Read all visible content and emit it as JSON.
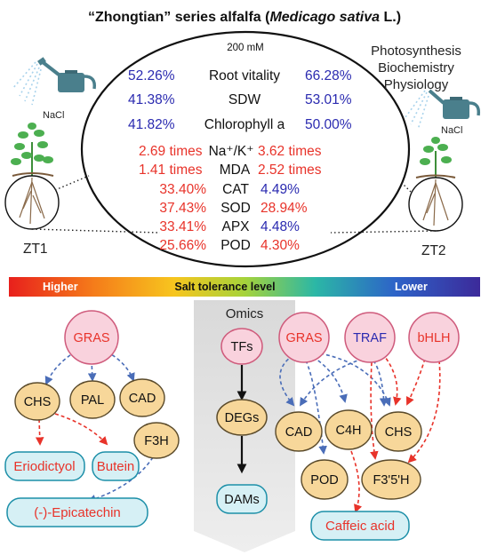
{
  "title": {
    "prefix": "“Zhongtian” series alfalfa (",
    "species": "Medicago sativa",
    "suffix": " L.)"
  },
  "concentration": "200 mM",
  "traits": [
    {
      "zt1": "52.26%",
      "label": "Root vitality",
      "zt2": "66.28%",
      "zt1_color": "blue",
      "zt2_color": "blue"
    },
    {
      "zt1": "41.38%",
      "label": "SDW",
      "zt2": "53.01%",
      "zt1_color": "blue",
      "zt2_color": "blue"
    },
    {
      "zt1": "41.82%",
      "label": "Chlorophyll a",
      "zt2": "50.00%",
      "zt1_color": "blue",
      "zt2_color": "blue"
    },
    {
      "zt1": "2.69 times",
      "label": "Na⁺/K⁺",
      "zt2": "3.62 times",
      "zt1_color": "red",
      "zt2_color": "red"
    },
    {
      "zt1": "1.41 times",
      "label": "MDA",
      "zt2": "2.52 times",
      "zt1_color": "red",
      "zt2_color": "red"
    },
    {
      "zt1": "33.40%",
      "label": "CAT",
      "zt2": "4.49%",
      "zt1_color": "red",
      "zt2_color": "blue"
    },
    {
      "zt1": "37.43%",
      "label": "SOD",
      "zt2": "28.94%",
      "zt1_color": "red",
      "zt2_color": "red"
    },
    {
      "zt1": "33.41%",
      "label": "APX",
      "zt2": "4.48%",
      "zt1_color": "red",
      "zt2_color": "blue"
    },
    {
      "zt1": "25.66%",
      "label": "POD",
      "zt2": "4.30%",
      "zt1_color": "red",
      "zt2_color": "red"
    }
  ],
  "right_labels": [
    "Photosynthesis",
    "Biochemistry",
    "Physiology"
  ],
  "nacl_left": "NaCl",
  "nacl_right": "NaCl",
  "zt1": "ZT1",
  "zt2": "ZT2",
  "gradient_bar": {
    "higher": "Higher",
    "middle": "Salt tolerance level",
    "lower": "Lower"
  },
  "left_network": {
    "tf": "GRAS",
    "genes": [
      "CHS",
      "PAL",
      "CAD",
      "F3H"
    ],
    "metabolites": [
      "Eriodictyol",
      "Butein",
      "(-)-Epicatechin"
    ]
  },
  "omics": {
    "title": "Omics",
    "steps": [
      "TFs",
      "DEGs",
      "DAMs"
    ]
  },
  "right_network": {
    "tfs": [
      "GRAS",
      "TRAF",
      "bHLH"
    ],
    "genes": [
      "CAD",
      "C4H",
      "CHS",
      "POD",
      "F3'5'H"
    ],
    "metabolites": [
      "Caffeic acid"
    ]
  },
  "colors": {
    "tf_fill": "#f9d2dd",
    "tf_stroke": "#cf5b7c",
    "gene_fill": "#f7d79a",
    "gene_stroke": "#5a4a2a",
    "metab_fill": "#d6f0f5",
    "metab_stroke": "#1c8fa8",
    "red_arrow": "#e8332a",
    "blue_arrow": "#4a6db8"
  }
}
